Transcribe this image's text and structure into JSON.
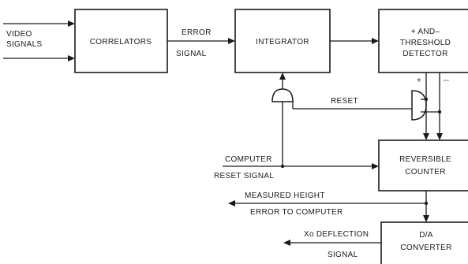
{
  "blocks": {
    "correlators": "CORRELATORS",
    "integrator": "INTEGRATOR",
    "threshold_line1": "+ AND–",
    "threshold_line2": "THRESHOLD",
    "threshold_line3": "DETECTOR",
    "counter_line1": "REVERSIBLE",
    "counter_line2": "COUNTER",
    "da_line1": "D/A",
    "da_line2": "CONVERTER"
  },
  "labels": {
    "video_line1": "VIDEO",
    "video_line2": "SIGNALS",
    "error_line1": "ERROR",
    "error_line2": "SIGNAL",
    "reset": "RESET",
    "plus": "+",
    "minus": "--",
    "computer_reset_line1": "COMPUTER",
    "computer_reset_line2": "RESET SIGNAL",
    "height_line1": "MEASURED HEIGHT",
    "height_line2": "ERROR TO COMPUTER",
    "xo_line1": "Xo DEFLECTION",
    "xo_line2": "SIGNAL"
  }
}
